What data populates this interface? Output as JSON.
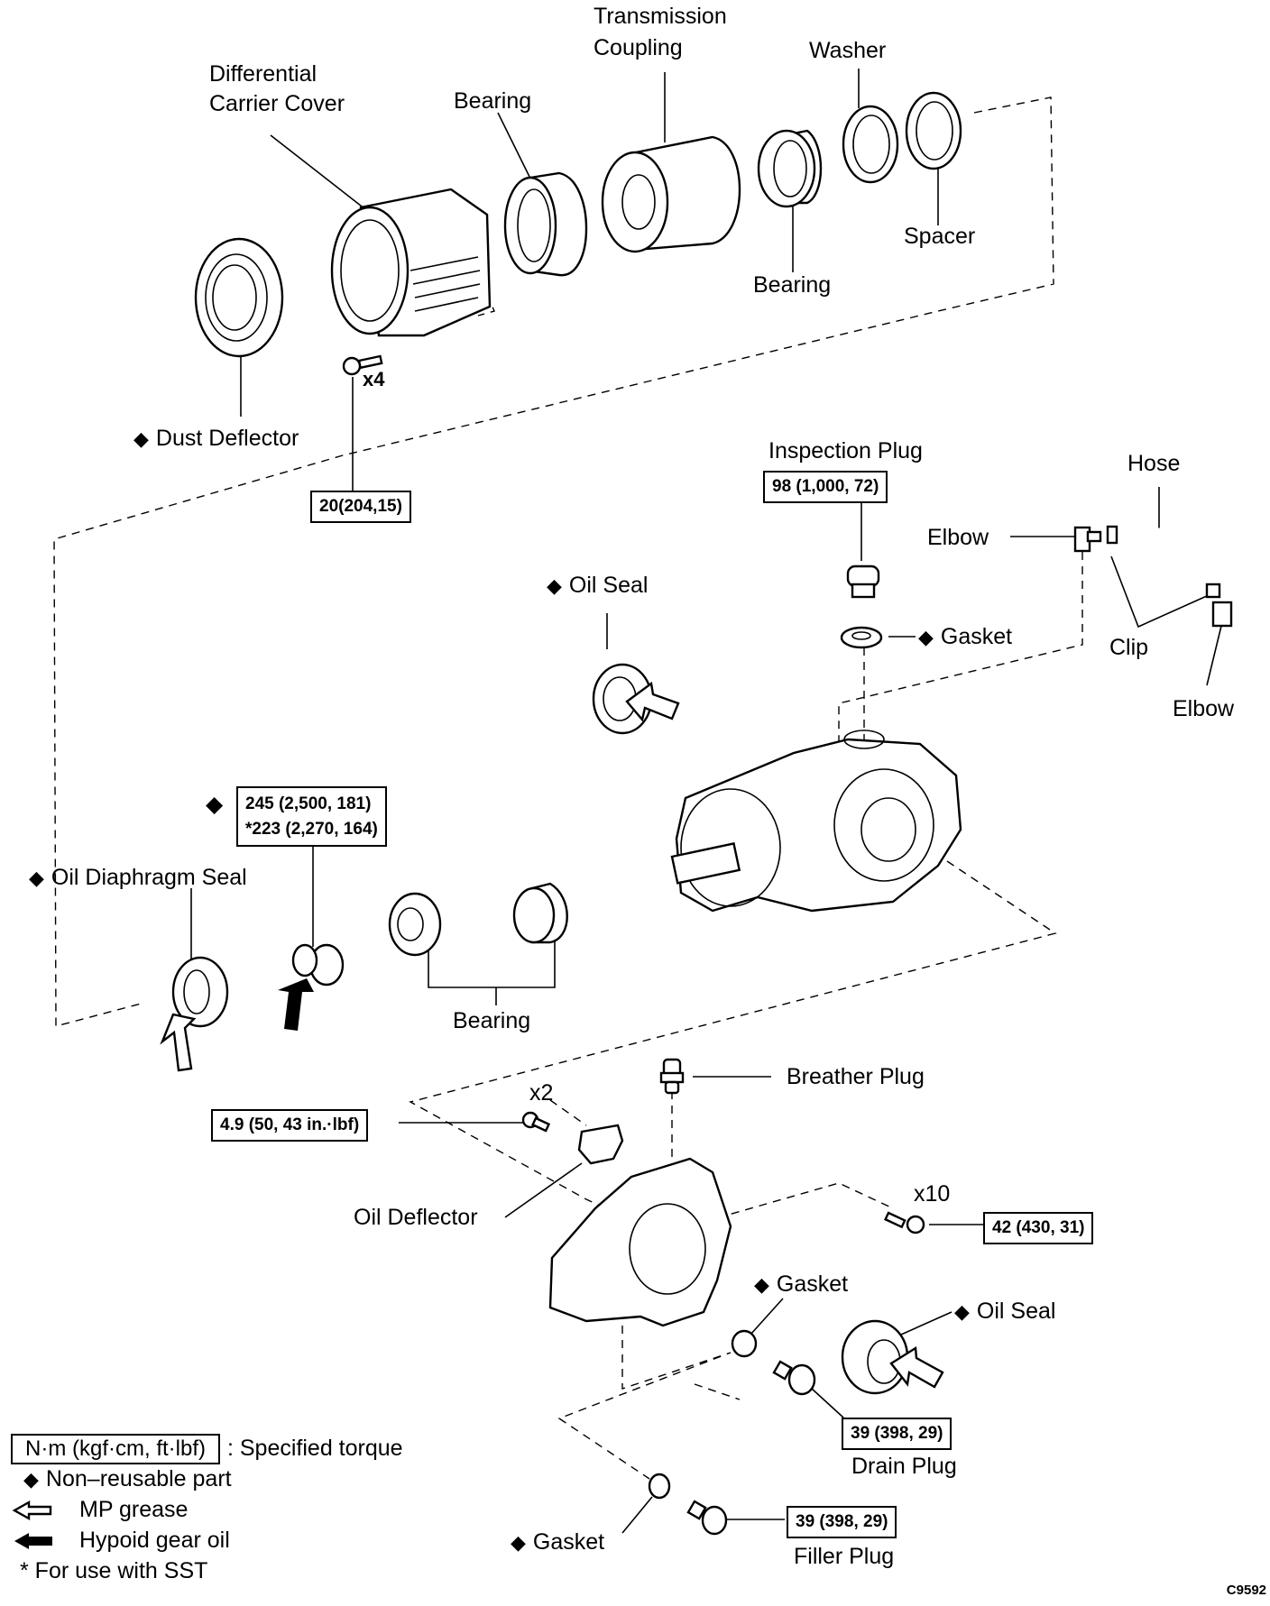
{
  "diagram": {
    "title": "Rear differential carrier exploded view",
    "figure_code": "C9592",
    "labels": {
      "differential_carrier_cover": [
        "Differential",
        "Carrier Cover"
      ],
      "transmission_coupling": [
        "Transmission",
        "Coupling"
      ],
      "bearing_top_left": "Bearing",
      "bearing_top_right": "Bearing",
      "washer": "Washer",
      "spacer": "Spacer",
      "dust_deflector": "Dust Deflector",
      "bolt_count_cover": "x4",
      "inspection_plug": "Inspection Plug",
      "hose": "Hose",
      "elbow_upper": "Elbow",
      "elbow_lower": "Elbow",
      "clip": "Clip",
      "gasket_inspection": "Gasket",
      "oil_seal_upper": "Oil Seal",
      "oil_diaphragm_seal": "Oil Diaphragm Seal",
      "bearing_middle": "Bearing",
      "breather_plug": "Breather Plug",
      "bolt_count_deflector": "x2",
      "oil_deflector": "Oil Deflector",
      "bolt_count_cover_plate": "x10",
      "gasket_drain": "Gasket",
      "oil_seal_lower": "Oil Seal",
      "drain_plug": "Drain Plug",
      "gasket_filler": "Gasket",
      "filler_plug": "Filler Plug"
    },
    "torque_specs": {
      "cover_bolt": "20(204,15)",
      "inspection_plug": "98 (1,000, 72)",
      "nut_standard": "245 (2,500, 181)",
      "nut_sst": "*223 (2,270, 164)",
      "deflector_bolt": "4.9 (50, 43 in.·lbf)",
      "cover_plate_bolt": "42 (430, 31)",
      "drain_plug": "39 (398, 29)",
      "filler_plug": "39 (398, 29)"
    },
    "non_reusable_marker": "◆"
  },
  "legend": {
    "torque_unit": "N·m (kgf·cm, ft·lbf)",
    "torque_desc": ": Specified torque",
    "non_reusable": "Non–reusable part",
    "mp_grease": "MP grease",
    "hypoid_oil": "Hypoid gear oil",
    "sst_note": "* For use with SST"
  }
}
